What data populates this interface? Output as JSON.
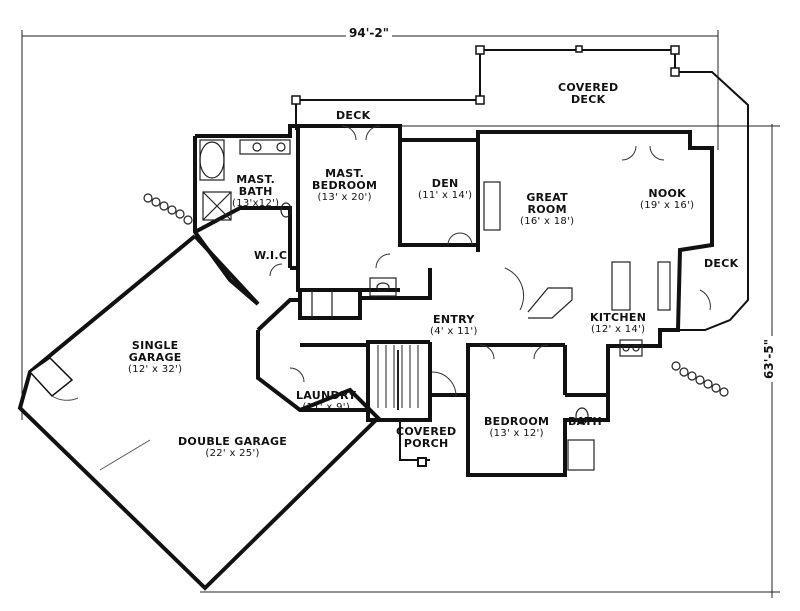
{
  "dimensions": {
    "overall_width": "94'-2\"",
    "overall_depth": "63'-5\""
  },
  "rooms": {
    "deck_top": {
      "name": "DECK"
    },
    "covered_deck": {
      "line1": "COVERED",
      "line2": "DECK"
    },
    "mast_bath": {
      "line1": "MAST.",
      "line2": "BATH",
      "size": "(13'x12')"
    },
    "mast_bedroom": {
      "line1": "MAST.",
      "line2": "BEDROOM",
      "size": "(13' x 20')"
    },
    "den": {
      "name": "DEN",
      "size": "(11' x 14')"
    },
    "great_room": {
      "line1": "GREAT",
      "line2": "ROOM",
      "size": "(16' x 18')"
    },
    "nook": {
      "name": "NOOK",
      "size": "(19' x 16')"
    },
    "deck_right": {
      "name": "DECK"
    },
    "wic": {
      "name": "W.I.C."
    },
    "kitchen": {
      "name": "KITCHEN",
      "size": "(12' x 14')"
    },
    "entry": {
      "name": "ENTRY",
      "size": "(4' x 11')"
    },
    "single_garage": {
      "line1": "SINGLE",
      "line2": "GARAGE",
      "size": "(12' x 32')"
    },
    "laundry": {
      "name": "LAUNDRY",
      "size": "(11' x 9')"
    },
    "double_garage": {
      "name": "DOUBLE GARAGE",
      "size": "(22' x 25')"
    },
    "covered_porch": {
      "line1": "COVERED",
      "line2": "PORCH"
    },
    "bedroom": {
      "name": "BEDROOM",
      "size": "(13' x 12')"
    },
    "bath": {
      "name": "BATH"
    }
  },
  "colors": {
    "wall": "#1a1a1a",
    "line": "#333333",
    "hatch": "#bbbbbb"
  }
}
